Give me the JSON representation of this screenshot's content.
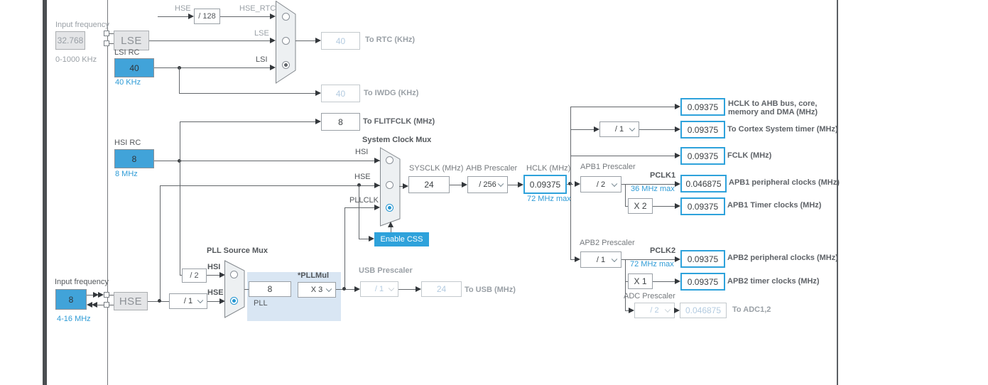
{
  "colors": {
    "accent_blue": "#2ea2db",
    "source_fill": "#41a3d9",
    "info_blue": "#2e9bd6",
    "disabled_value": "#b3cbe0"
  },
  "lse_section": {
    "input_label": "Input frequency",
    "input_value": "32.768",
    "input_range": "0-1000 KHz",
    "osc": "LSE",
    "lsi_label": "LSI RC",
    "lsi_value": "40",
    "lsi_freq": "40 KHz"
  },
  "rtc_section": {
    "hse_label": "HSE",
    "hse_div": "/ 128",
    "hse_rtc_label": "HSE_RTC",
    "lse_label": "LSE",
    "lsi_label": "LSI",
    "rtc_value": "40",
    "rtc_out": "To RTC (KHz)",
    "iwdg_value": "40",
    "iwdg_out": "To IWDG (KHz)"
  },
  "flitf": {
    "value": "8",
    "out": "To FLITFCLK (MHz)"
  },
  "hsi_section": {
    "label": "HSI RC",
    "value": "8",
    "freq": "8 MHz"
  },
  "sys_mux": {
    "title": "System Clock Mux",
    "in_hsi": "HSI",
    "in_hse": "HSE",
    "in_pllclk": "PLLCLK",
    "css_button": "Enable CSS"
  },
  "sysclk": {
    "label": "SYSCLK (MHz)",
    "value": "24"
  },
  "ahb": {
    "label": "AHB Prescaler",
    "value": "/ 256"
  },
  "hclk": {
    "label": "HCLK (MHz)",
    "value": "0.09375",
    "max": "72 MHz max"
  },
  "outputs": {
    "ahb_bus": {
      "value": "0.09375",
      "label_line1": "HCLK to AHB bus, core,",
      "label_line2": "memory and DMA (MHz)"
    },
    "cortex": {
      "div": "/ 1",
      "value": "0.09375",
      "label": "To Cortex System timer (MHz)"
    },
    "fclk": {
      "value": "0.09375",
      "label": "FCLK (MHz)"
    }
  },
  "apb1": {
    "label": "APB1 Prescaler",
    "div": "/ 2",
    "pclk": "PCLK1",
    "max": "36 MHz max",
    "periph_value": "0.046875",
    "periph_label": "APB1 peripheral clocks (MHz)",
    "mult": "X 2",
    "timer_value": "0.09375",
    "timer_label": "APB1 Timer clocks (MHz)"
  },
  "apb2": {
    "label": "APB2 Prescaler",
    "div": "/ 1",
    "pclk": "PCLK2",
    "max": "72 MHz max",
    "periph_value": "0.09375",
    "periph_label": "APB2 peripheral clocks (MHz)",
    "mult": "X 1",
    "timer_value": "0.09375",
    "timer_label": "APB2 timer clocks (MHz)"
  },
  "adc": {
    "label": "ADC Prescaler",
    "div": "/ 2",
    "value": "0.046875",
    "out": "To ADC1,2"
  },
  "hse_section": {
    "input_label": "Input frequency",
    "input_value": "8",
    "input_range": "4-16 MHz",
    "osc": "HSE",
    "prediv": "/ 1"
  },
  "pll": {
    "title": "PLL Source Mux",
    "hsi_div": "/ 2",
    "hsi_label": "HSI",
    "hse_label": "HSE",
    "input_value": "8",
    "mul_label": "*PLLMul",
    "mul_value": "X 3",
    "name": "PLL"
  },
  "usb": {
    "label": "USB Prescaler",
    "div": "/ 1",
    "value": "24",
    "out": "To USB (MHz)"
  }
}
